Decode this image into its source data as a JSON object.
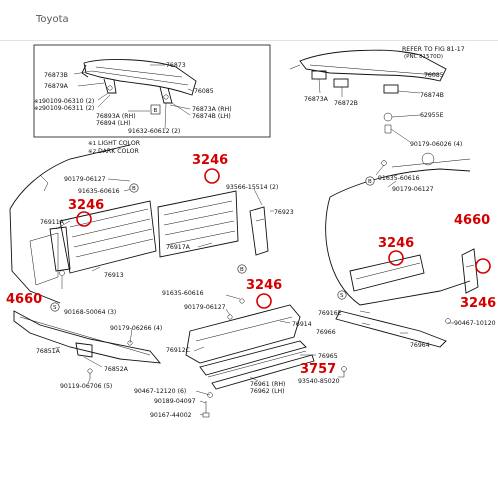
{
  "header": {
    "brand": "Toyota"
  },
  "colors": {
    "callout_red": "#d40000",
    "line": "#111111",
    "divider": "#d8e6f3"
  },
  "inset": {
    "labels": [
      "76873",
      "76873B",
      "76085",
      "76879A",
      "90109-06310 (2)",
      "90109-06311 (2)",
      "76893A (RH)",
      "76894 (LH)",
      "76873A (RH)",
      "76874B (LH)",
      "91632-60612 (2)"
    ],
    "markers": [
      "※1",
      "※2"
    ],
    "note": {
      "m1": "※1",
      "t1": "LIGHT COLOR",
      "m2": "※2",
      "t2": "DARK COLOR"
    },
    "badge": "B"
  },
  "spoiler_right": {
    "refer": "REFER TO FIG 81-17",
    "pnc": "(PNC 81570D)",
    "labels": [
      "76873A",
      "76085",
      "76872B",
      "76874B",
      "62955E",
      "90179-06026 (4)"
    ]
  },
  "left_labels": [
    "90179-06127",
    "91635-60616",
    "76911A",
    "76913",
    "90168-50064 (3)",
    "90179-06266 (4)",
    "76851A",
    "76852A",
    "90119-06706 (5)"
  ],
  "middle_labels": [
    "93566-15514 (2)",
    "76923",
    "76917A",
    "91635-60616",
    "90179-06127",
    "76912C",
    "76914",
    "76965",
    "90467-12120 (6)",
    "90189-04097",
    "90167-44002",
    "76961 (RH)",
    "76962 (LH)"
  ],
  "right_labels": [
    "91635-60616",
    "90179-06127",
    "76916E",
    "76966",
    "76964",
    "93540-85020",
    "90467-10120"
  ],
  "badges": [
    "B",
    "B",
    "B",
    "S",
    "S"
  ],
  "callouts": [
    "3246",
    "3246",
    "3246",
    "3246",
    "3246",
    "4660",
    "4660",
    "3757"
  ]
}
